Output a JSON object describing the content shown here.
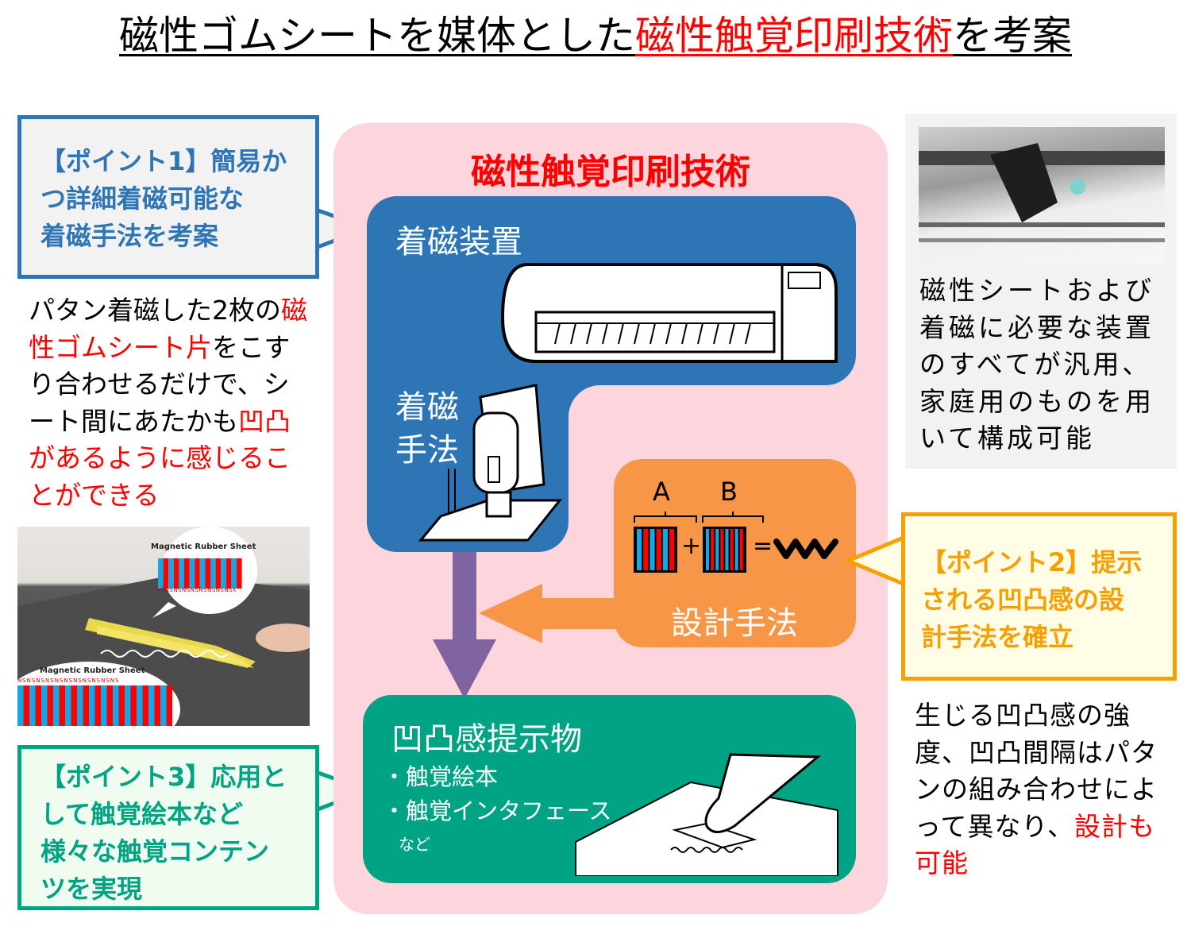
{
  "title": {
    "part1": "磁性ゴムシートを媒体とした",
    "highlight": "磁性触覚印刷技術",
    "part3": "を考案"
  },
  "point1": {
    "lines": [
      "【ポイント1】簡易か",
      "つ詳細着磁可能な",
      "着磁手法を考案"
    ]
  },
  "point2": {
    "lines": [
      "【ポイント2】提示",
      "される凹凸感の設",
      "計手法を確立"
    ]
  },
  "point3": {
    "lines": [
      "【ポイント3】応用と",
      "して触覚絵本など",
      "様々な触覚コンテン",
      "ツを実現"
    ]
  },
  "left_text": {
    "seg1": "パタン着磁した2枚の",
    "seg2": "磁性ゴムシート片",
    "seg3": "をこすり合わせるだけで、シート間にあたかも",
    "seg4": "凹凸があるように感じることができる"
  },
  "photo_left": {
    "label_top": "Magnetic Rubber Sheet",
    "label_bottom": "Magnetic Rubber Sheet",
    "poles": "NSNSNSNSNSNSNSNSNSNSNS"
  },
  "panel": {
    "title": "磁性触覚印刷技術",
    "device_label": "着磁装置",
    "method_label_1": "着磁",
    "method_label_2": "手法",
    "design": {
      "label_a": "A",
      "label_b": "B",
      "plus": "+",
      "equals": "=",
      "label": "設計手法"
    },
    "output": {
      "title": "凹凸感提示物",
      "items": [
        "・触覚絵本",
        "・触覚インタフェース"
      ],
      "etc": "など"
    }
  },
  "right_text": {
    "text": "磁性シートおよび着磁に必要な装置のすべてが汎用、家庭用のものを用いて構成可能"
  },
  "bottom_right_text": {
    "seg1": "生じる凹凸感の強度、凹凸間隔はパタンの組み合わせによって異なり、",
    "seg2": "設計も可能"
  },
  "colors": {
    "blue": "#2e75b6",
    "orange": "#f79646",
    "green": "#00a383",
    "purple": "#8064a2",
    "pink": "#fdd5dc",
    "red": "#ff0000",
    "point2": "#f5a000"
  }
}
